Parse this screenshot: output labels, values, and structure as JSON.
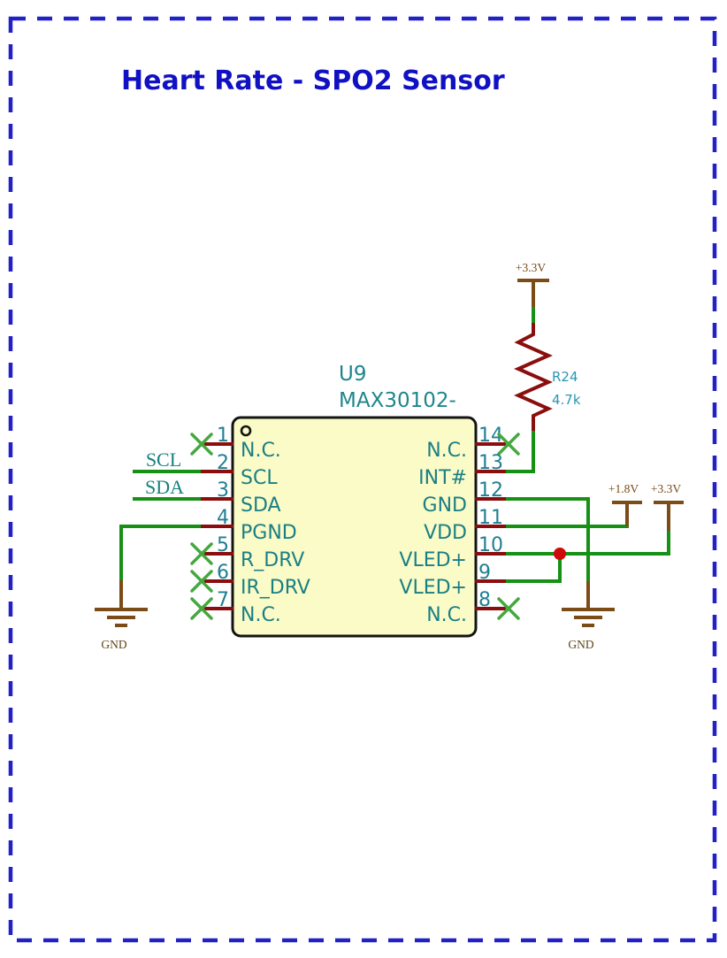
{
  "sheet": {
    "title": "Heart Rate - SPO2 Sensor"
  },
  "colors": {
    "title_blue": "#1111C4",
    "border_blue": "#2121C6",
    "wire_green": "#169116",
    "no_connect_green": "#44A83E",
    "pin_dark_red": "#8B0E0E",
    "power_brown": "#7B4C17",
    "junction_red": "#CF0A0A",
    "ic_fill_yellow": "#FBFBC8",
    "label_teal": "#1A7F84",
    "refdes_cyan": "#2A97B0"
  },
  "ic": {
    "ref": "U9",
    "part": "MAX30102-",
    "left_pins": [
      {
        "num": "1",
        "name": "N.C."
      },
      {
        "num": "2",
        "name": "SCL"
      },
      {
        "num": "3",
        "name": "SDA"
      },
      {
        "num": "4",
        "name": "PGND"
      },
      {
        "num": "5",
        "name": "R_DRV"
      },
      {
        "num": "6",
        "name": "IR_DRV"
      },
      {
        "num": "7",
        "name": "N.C."
      }
    ],
    "right_pins": [
      {
        "num": "14",
        "name": "N.C."
      },
      {
        "num": "13",
        "name": "INT#"
      },
      {
        "num": "12",
        "name": "GND"
      },
      {
        "num": "11",
        "name": "VDD"
      },
      {
        "num": "10",
        "name": "VLED+"
      },
      {
        "num": "9",
        "name": "VLED+"
      },
      {
        "num": "8",
        "name": "N.C."
      }
    ]
  },
  "resistor": {
    "ref": "R24",
    "value": "4.7k"
  },
  "power_rails": {
    "top": "+3.3V",
    "mid_left": "+1.8V",
    "mid_right": "+3.3V"
  },
  "grounds": {
    "left": "GND",
    "right": "GND"
  },
  "net_labels": {
    "scl": "SCL",
    "sda": "SDA"
  }
}
